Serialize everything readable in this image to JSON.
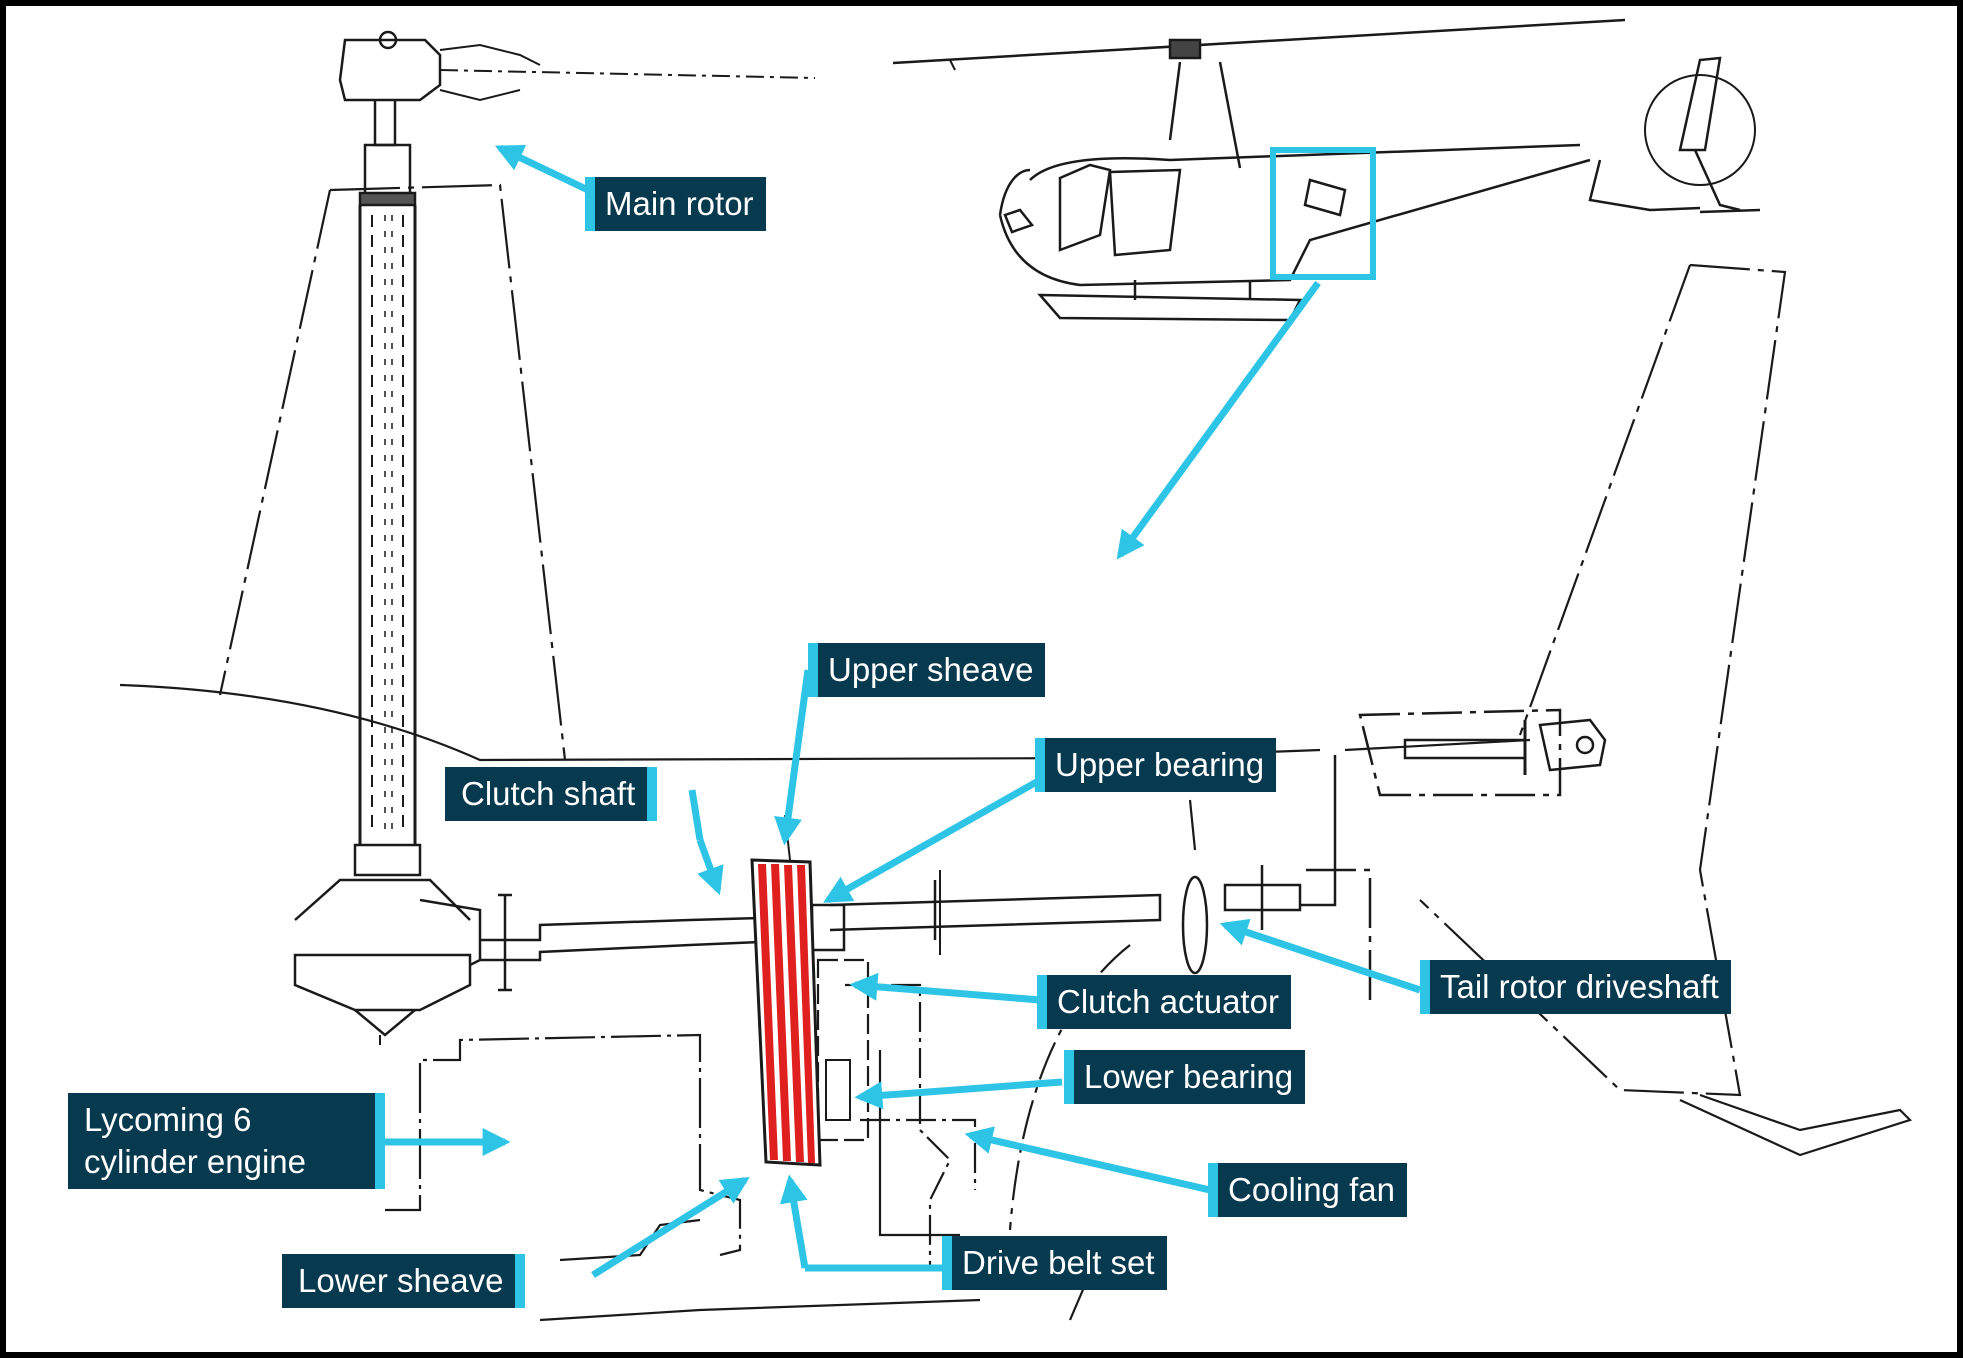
{
  "labels": {
    "main_rotor": "Main rotor",
    "upper_sheave": "Upper sheave",
    "upper_bearing": "Upper bearing",
    "clutch_shaft": "Clutch shaft",
    "clutch_actuator": "Clutch actuator",
    "tail_rotor_driveshaft": "Tail rotor driveshaft",
    "lower_bearing": "Lower bearing",
    "engine_line1": "Lycoming 6",
    "engine_line2": "cylinder engine",
    "cooling_fan": "Cooling fan",
    "drive_belt_set": "Drive belt set",
    "lower_sheave": "Lower sheave"
  },
  "colors": {
    "callout": "#2ec4e6",
    "label_background": "#07394f",
    "label_text": "#ffffff",
    "drive_belts": "#e0201e",
    "line_art": "#1a1a1a"
  }
}
